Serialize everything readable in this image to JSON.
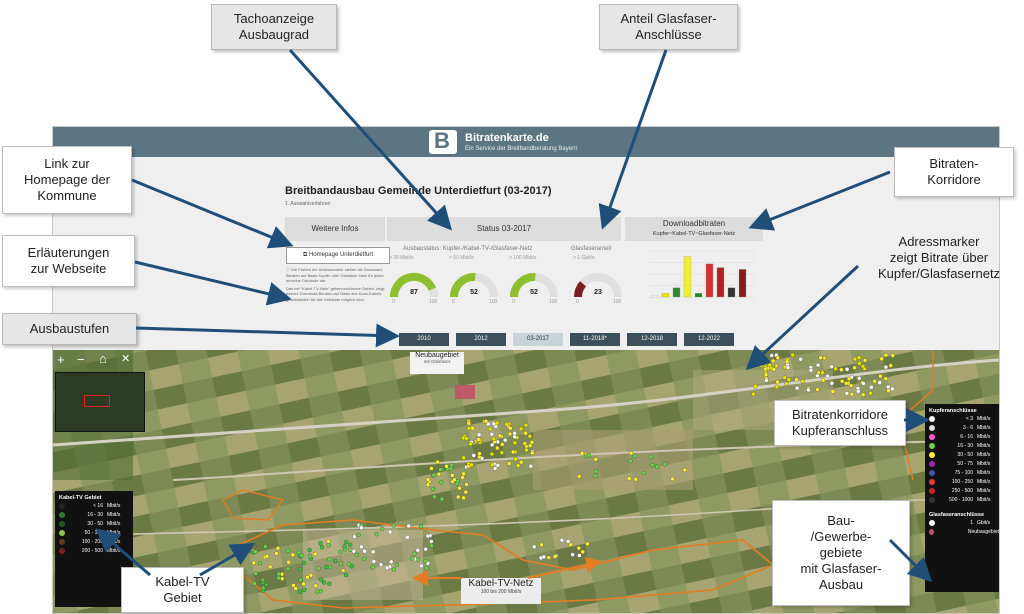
{
  "header": {
    "brand": "Bitratenkarte.de",
    "brand_sub": "Ein Service der Breitbandberatung Bayern",
    "logo_letter": "B"
  },
  "page": {
    "title": "Breitbandausbau Gemeinde Unterdietfurt (03-2017)",
    "subtitle": "1. Auswahlverfahren"
  },
  "tabs": {
    "info": "Weitere Infos",
    "status": "Status 03-2017",
    "download": "Downloadbitraten",
    "download_sub": "Kupfer~Kabel-TV~Glasfaser-Netz"
  },
  "info_panel": {
    "homepage_button": "Homepage Unterdietfurt",
    "text1": "Die Farben der Adressmarker stellen die Download-Bitraten auf Basis Kupfer oder Glasfaser-Netz für jedes einzelne Gebäude dar.",
    "text2": "Das mit \"Kabel-TV-Netz\" gekennzeichnete Gebiet, zeigt welche Download-Bitraten auf Basis des Koax-Kabels grundsätzlich für alle Gebäude möglich sind."
  },
  "status": {
    "heading": "Ausbaustatus: Kupfer-/Kabel-TV-/Glasfaser-Netz",
    "glass_heading": "Glasfaseranteil",
    "gauges": [
      {
        "label": "> 30 Mbit/s",
        "value": "87",
        "fill": 0.87,
        "color": "#8dbf2e"
      },
      {
        "label": "> 50 Mbit/s",
        "value": "52",
        "fill": 0.52,
        "color": "#8dbf2e"
      },
      {
        "label": "> 100 Mbit/s",
        "value": "52",
        "fill": 0.52,
        "color": "#8dbf2e"
      },
      {
        "label": "> 1 Gbit/s",
        "value": "23",
        "fill": 0.23,
        "color": "#7a1e1e"
      }
    ],
    "gauge_min": "0",
    "gauge_max": "100"
  },
  "download_bars": [
    {
      "value": 1,
      "color": "#ffffff"
    },
    {
      "value": 2,
      "color": "#e6e600"
    },
    {
      "value": 5,
      "color": "#2d8a2d"
    },
    {
      "value": 22,
      "color": "#eeee33"
    },
    {
      "value": 2,
      "color": "#228b22"
    },
    {
      "value": 18,
      "color": "#d63030"
    },
    {
      "value": 16,
      "color": "#b22222"
    },
    {
      "value": 5,
      "color": "#333333"
    },
    {
      "value": 15,
      "color": "#8b1a1a"
    }
  ],
  "years": [
    {
      "label": "2010",
      "active": false
    },
    {
      "label": "2012",
      "active": false
    },
    {
      "label": "03-2017",
      "active": true
    },
    {
      "label": "11-2018*",
      "active": false
    },
    {
      "label": "12-2018",
      "active": false
    },
    {
      "label": "12-2022",
      "active": false
    }
  ],
  "map": {
    "controls": {
      "zoom_in": "+",
      "zoom_out": "−",
      "home": "⌂",
      "fullscreen": "✕"
    },
    "new_area_label": "Neubaugebiet",
    "new_area_sub": "mit Glasfaser",
    "cable_label": "Kabel-TV-Netz",
    "cable_sub": "100 bis 200 Mbit/s",
    "kabel_legend": {
      "title": "Kabel-TV Gebiet",
      "rows": [
        {
          "range": "< 16",
          "unit": "Mbit/s",
          "color": "#222222"
        },
        {
          "range": "16 - 30",
          "unit": "Mbit/s",
          "color": "#2e7d32"
        },
        {
          "range": "30 - 50",
          "unit": "Mbit/s",
          "color": "#1b5e20"
        },
        {
          "range": "50 - 100",
          "unit": "Mbit/s",
          "color": "#8bc34a"
        },
        {
          "range": "100 - 200",
          "unit": "Mbit/s",
          "color": "#5d3a1a"
        },
        {
          "range": "200 - 500",
          "unit": "Mbit/s",
          "color": "#7b1f1f"
        }
      ]
    },
    "kupfer_legend": {
      "title": "Kupferanschlüsse",
      "rows": [
        {
          "range": "< 3",
          "unit": "Mbit/s",
          "color": "#ffffff"
        },
        {
          "range": "3 - 6",
          "unit": "Mbit/s",
          "color": "#dddddd"
        },
        {
          "range": "6 - 16",
          "unit": "Mbit/s",
          "color": "#ff5ad1"
        },
        {
          "range": "16 - 30",
          "unit": "Mbit/s",
          "color": "#6bd14b"
        },
        {
          "range": "30 - 50",
          "unit": "Mbit/s",
          "color": "#ffee33"
        },
        {
          "range": "50 - 75",
          "unit": "Mbit/s",
          "color": "#9c27b0"
        },
        {
          "range": "75 - 100",
          "unit": "Mbit/s",
          "color": "#3f51b5"
        },
        {
          "range": "100 - 250",
          "unit": "Mbit/s",
          "color": "#e53935"
        },
        {
          "range": "250 - 500",
          "unit": "Mbit/s",
          "color": "#c62828"
        },
        {
          "range": "500 - 1000",
          "unit": "Mbit/s",
          "color": "#333333"
        }
      ],
      "glass_title": "Glasfaseranschlüsse",
      "glass_rows": [
        {
          "range": "1",
          "unit": "Gbit/s",
          "color": "#ffffff"
        },
        {
          "range": "",
          "unit": "Neubaugebiet",
          "color": "#c44a6a"
        }
      ]
    }
  },
  "callouts": {
    "tacho": "Tachoanzeige\nAusbaugrad",
    "glasanteil": "Anteil Glasfaser-\nAnschlüsse",
    "link": "Link zur\nHomepage der\nKommune",
    "korridore": "Bitraten-\nKorridore",
    "erlaeuterungen": "Erläuterungen\nzur Webseite",
    "adressmarker": "Adressmarker\nzeigt Bitrate über\nKupfer/Glasfasernetz",
    "ausbaustufen": "Ausbaustufen",
    "korridor_kupfer": "Bitratenkorridore\nKupferanschluss",
    "bau": "Bau-\n/Gewerbe-\ngebiete\nmit Glasfaser-\nAusbau",
    "kabel": "Kabel-TV\nGebiet"
  }
}
